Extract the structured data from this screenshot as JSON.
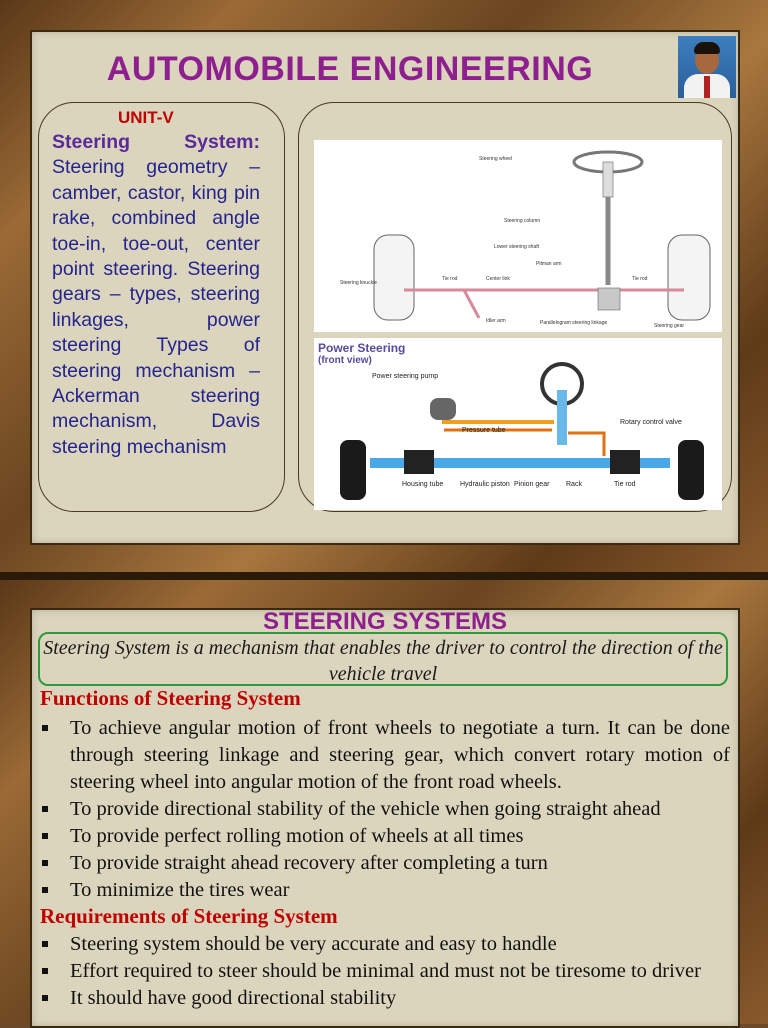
{
  "slide1": {
    "title": "AUTOMOBILE ENGINEERING",
    "unit": "UNIT-V",
    "syllabus_heading": "Steering System:",
    "syllabus_body": "Steering geometry – camber, castor, king pin rake, combined angle toe-in, toe-out, center point steering. Steering gears – types, steering linkages, power steering Types of steering mechanism – Ackerman steering mechanism, Davis steering mechanism",
    "diagram1": {
      "labels": [
        "Steering wheel",
        "Steering column",
        "Lower steering shaft",
        "Pitman arm",
        "Steering knuckle",
        "Tie rod",
        "Center link",
        "Tie rod",
        "Idler arm",
        "Parallelogram steering linkage",
        "Steering gear"
      ]
    },
    "diagram2": {
      "title": "Power Steering",
      "subtitle": "(front view)",
      "labels": [
        "Power steering pump",
        "Pressure tube",
        "Rotary control valve",
        "Housing tube",
        "Hydraulic piston",
        "Pinion gear",
        "Rack",
        "Tie rod"
      ]
    }
  },
  "slide2": {
    "title": "STEERING SYSTEMS",
    "definition": "Steering System is a mechanism that enables the driver to control the direction of the vehicle travel",
    "functions_heading": "Functions of Steering System",
    "functions": [
      "To achieve angular motion of front wheels to negotiate a turn.  It can be done through steering linkage and steering gear, which convert rotary motion of steering wheel into angular motion of the front road wheels.",
      "To provide directional stability of the vehicle when going straight ahead",
      "To provide perfect rolling motion of wheels at all times",
      "To provide straight ahead recovery after completing a turn",
      "To minimize the tires wear"
    ],
    "requirements_heading": "Requirements of Steering System",
    "requirements": [
      "Steering system should be very accurate and easy to handle",
      "Effort required to steer should be minimal and must not be tiresome to driver",
      "It should have good directional stability"
    ]
  }
}
